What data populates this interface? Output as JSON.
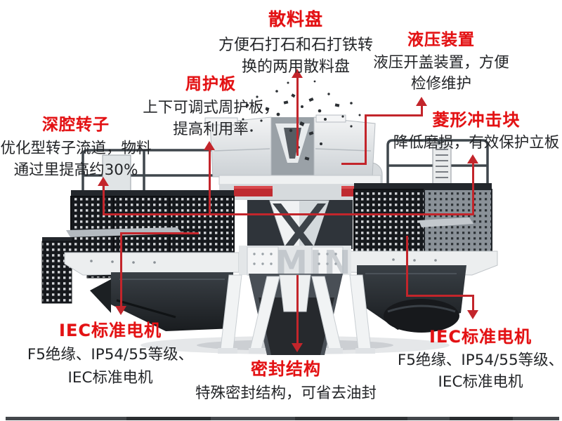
{
  "figure": {
    "watermark": "MIN",
    "accent_red": "#e31113",
    "line_red": "#c3252b"
  },
  "callouts": {
    "sanliaopan": {
      "title": "散料盘",
      "desc_lines": [
        "方便石打石和石打铁转",
        "换的两用散料盘"
      ]
    },
    "yeya": {
      "title": "液压装置",
      "desc_lines": [
        "液压开盖装置，方便",
        "检修维护"
      ]
    },
    "zhouhuban": {
      "title": "周护板",
      "desc_lines": [
        "上下可调式周护板，",
        "提高利用率"
      ]
    },
    "shenqiang": {
      "title": "深腔转子",
      "desc_lines": [
        "优化型转子流道，物料",
        "通过里提高约30%"
      ]
    },
    "lingxing": {
      "title": "菱形冲击块",
      "desc_lines": [
        "降低磨损，有效保护立板"
      ]
    },
    "iec_left": {
      "title": "IEC标准电机",
      "desc_lines": [
        "F5绝缘、IP54/55等级、",
        "IEC标准电机"
      ]
    },
    "mifeng": {
      "title": "密封结构",
      "desc_lines": [
        "特殊密封结构，可省去油封"
      ]
    },
    "iec_right": {
      "title": "IEC标准电机",
      "desc_lines": [
        "F5绝缘、IP54/55等级、",
        "IEC标准电机"
      ]
    }
  }
}
